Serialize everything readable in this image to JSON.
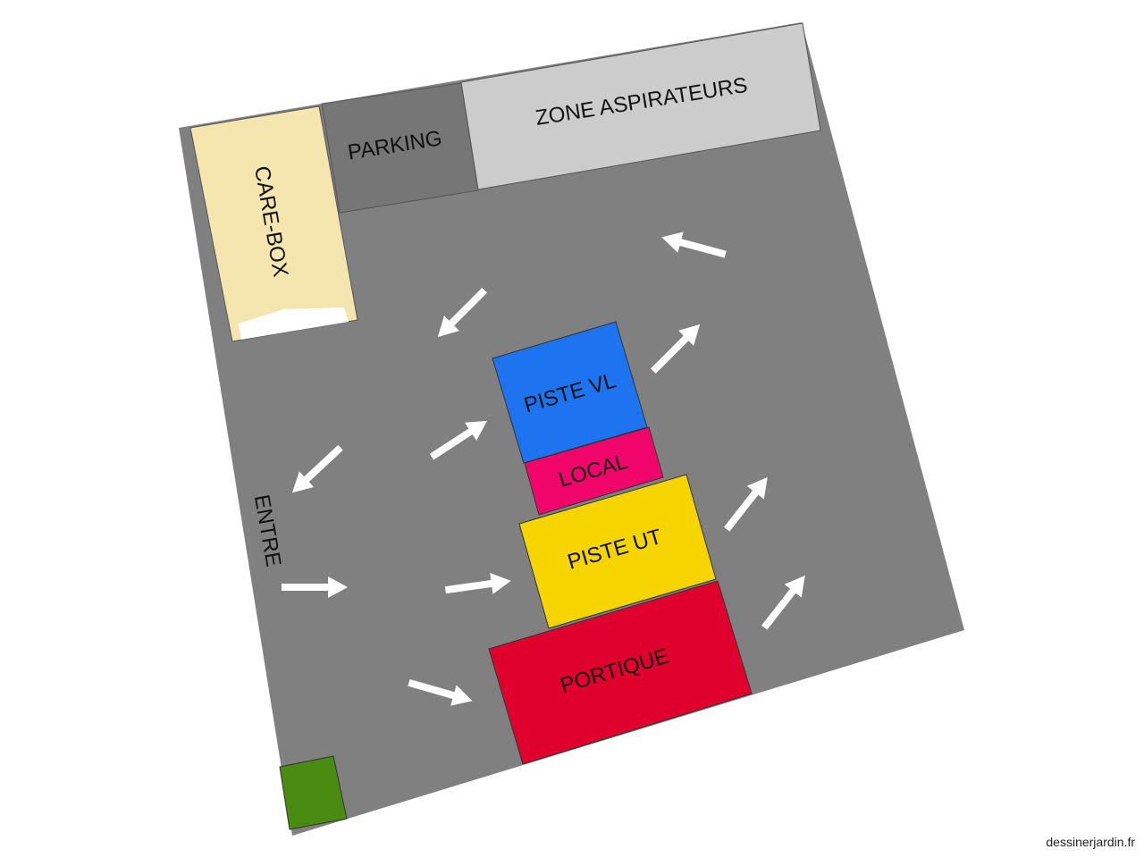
{
  "site_plan": {
    "zones": {
      "care_box": {
        "label": "CARE-BOX",
        "color": "#f5e6b0"
      },
      "parking": {
        "label": "PARKING",
        "color": "#767676"
      },
      "zone_aspirateurs": {
        "label": "ZONE ASPIRATEURS",
        "color": "#cccccc"
      },
      "piste_vl": {
        "label": "PISTE VL",
        "color": "#1e73f0"
      },
      "local": {
        "label": "LOCAL",
        "color": "#f0066a"
      },
      "piste_ut": {
        "label": "PISTE UT",
        "color": "#f5d400"
      },
      "portique": {
        "label": "PORTIQUE",
        "color": "#e0002e"
      },
      "green_block": {
        "color": "#4a8c12"
      }
    },
    "entrance_label": "ENTRE",
    "ground_color": "#808080",
    "arrow_color": "#ffffff"
  },
  "footer": {
    "credit": "dessinerjardin.fr"
  }
}
